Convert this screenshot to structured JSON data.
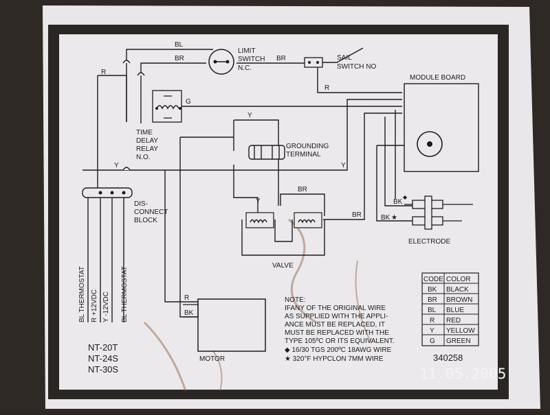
{
  "colors": {
    "paper": "#ebe9ec",
    "ink": "#1c1a1a",
    "border": "#2a2623",
    "stamp": "#f4f4f4",
    "stain": "#8a5a3c"
  },
  "components": {
    "limit_switch": {
      "line1": "LIMIT",
      "line2": "SWITCH",
      "line3": "N.C."
    },
    "sail_switch": {
      "line1": "SAIL",
      "line2": "SWITCH NO"
    },
    "module_board": {
      "label": "MODULE BOARD"
    },
    "time_delay_relay": {
      "line1": "TIME",
      "line2": "DELAY",
      "line3": "RELAY",
      "line4": "N.O."
    },
    "grounding_terminal": {
      "line1": "GROUNDING",
      "line2": "TERMINAL"
    },
    "disconnect_block": {
      "line1": "DIS-",
      "line2": "CONNECT",
      "line3": "BLOCK"
    },
    "valve": {
      "label": "VALVE"
    },
    "electrode": {
      "label": "ELECTRODE"
    },
    "motor": {
      "label": "MOTOR"
    }
  },
  "wires": {
    "bl_top": "BL",
    "br_top": "BR",
    "br_sail": "BR",
    "r_sail": "R",
    "r_left": "R",
    "g_relay": "G",
    "y_ground": "Y",
    "y_right": "Y",
    "y_left": "Y",
    "y_valve": "Y",
    "br_valve": "BR",
    "br_right": "BR",
    "bk_elec_top": "BK",
    "bk_elec_bot": "BK",
    "r_motor": "R",
    "bk_motor": "BK"
  },
  "symbols": {
    "diamond": "◆",
    "star": "★"
  },
  "thermostat_labels": [
    "BL THERMOSTAT",
    "R +12VDC",
    "Y -12VDC",
    "BL THERMOSTAT"
  ],
  "models": [
    "NT-20T",
    "NT-24S",
    "NT-30S"
  ],
  "note": [
    "NOTE:",
    "IFANY OF THE ORIGINAL WIRE",
    "AS SUPPLIED WITH THE APPLI-",
    "ANCE MUST BE REPLACED, IT",
    "MUST BE REPLACED WITH THE",
    "TYPE 105ºC OR ITS EQUIVALENT.",
    "◆ 16/30 TGS 200ºC 18AWG WIRE",
    "★ 320°F HYPCLON 7MM WIRE"
  ],
  "color_table": {
    "headers": [
      "CODE",
      "COLOR"
    ],
    "rows": [
      [
        "BK",
        "BLACK"
      ],
      [
        "BR",
        "BROWN"
      ],
      [
        "BL",
        "BLUE"
      ],
      [
        "R",
        "RED"
      ],
      [
        "Y",
        "YELLOW"
      ],
      [
        "G",
        "GREEN"
      ]
    ]
  },
  "part_number": "340258",
  "date_stamp": "11.05.2005"
}
